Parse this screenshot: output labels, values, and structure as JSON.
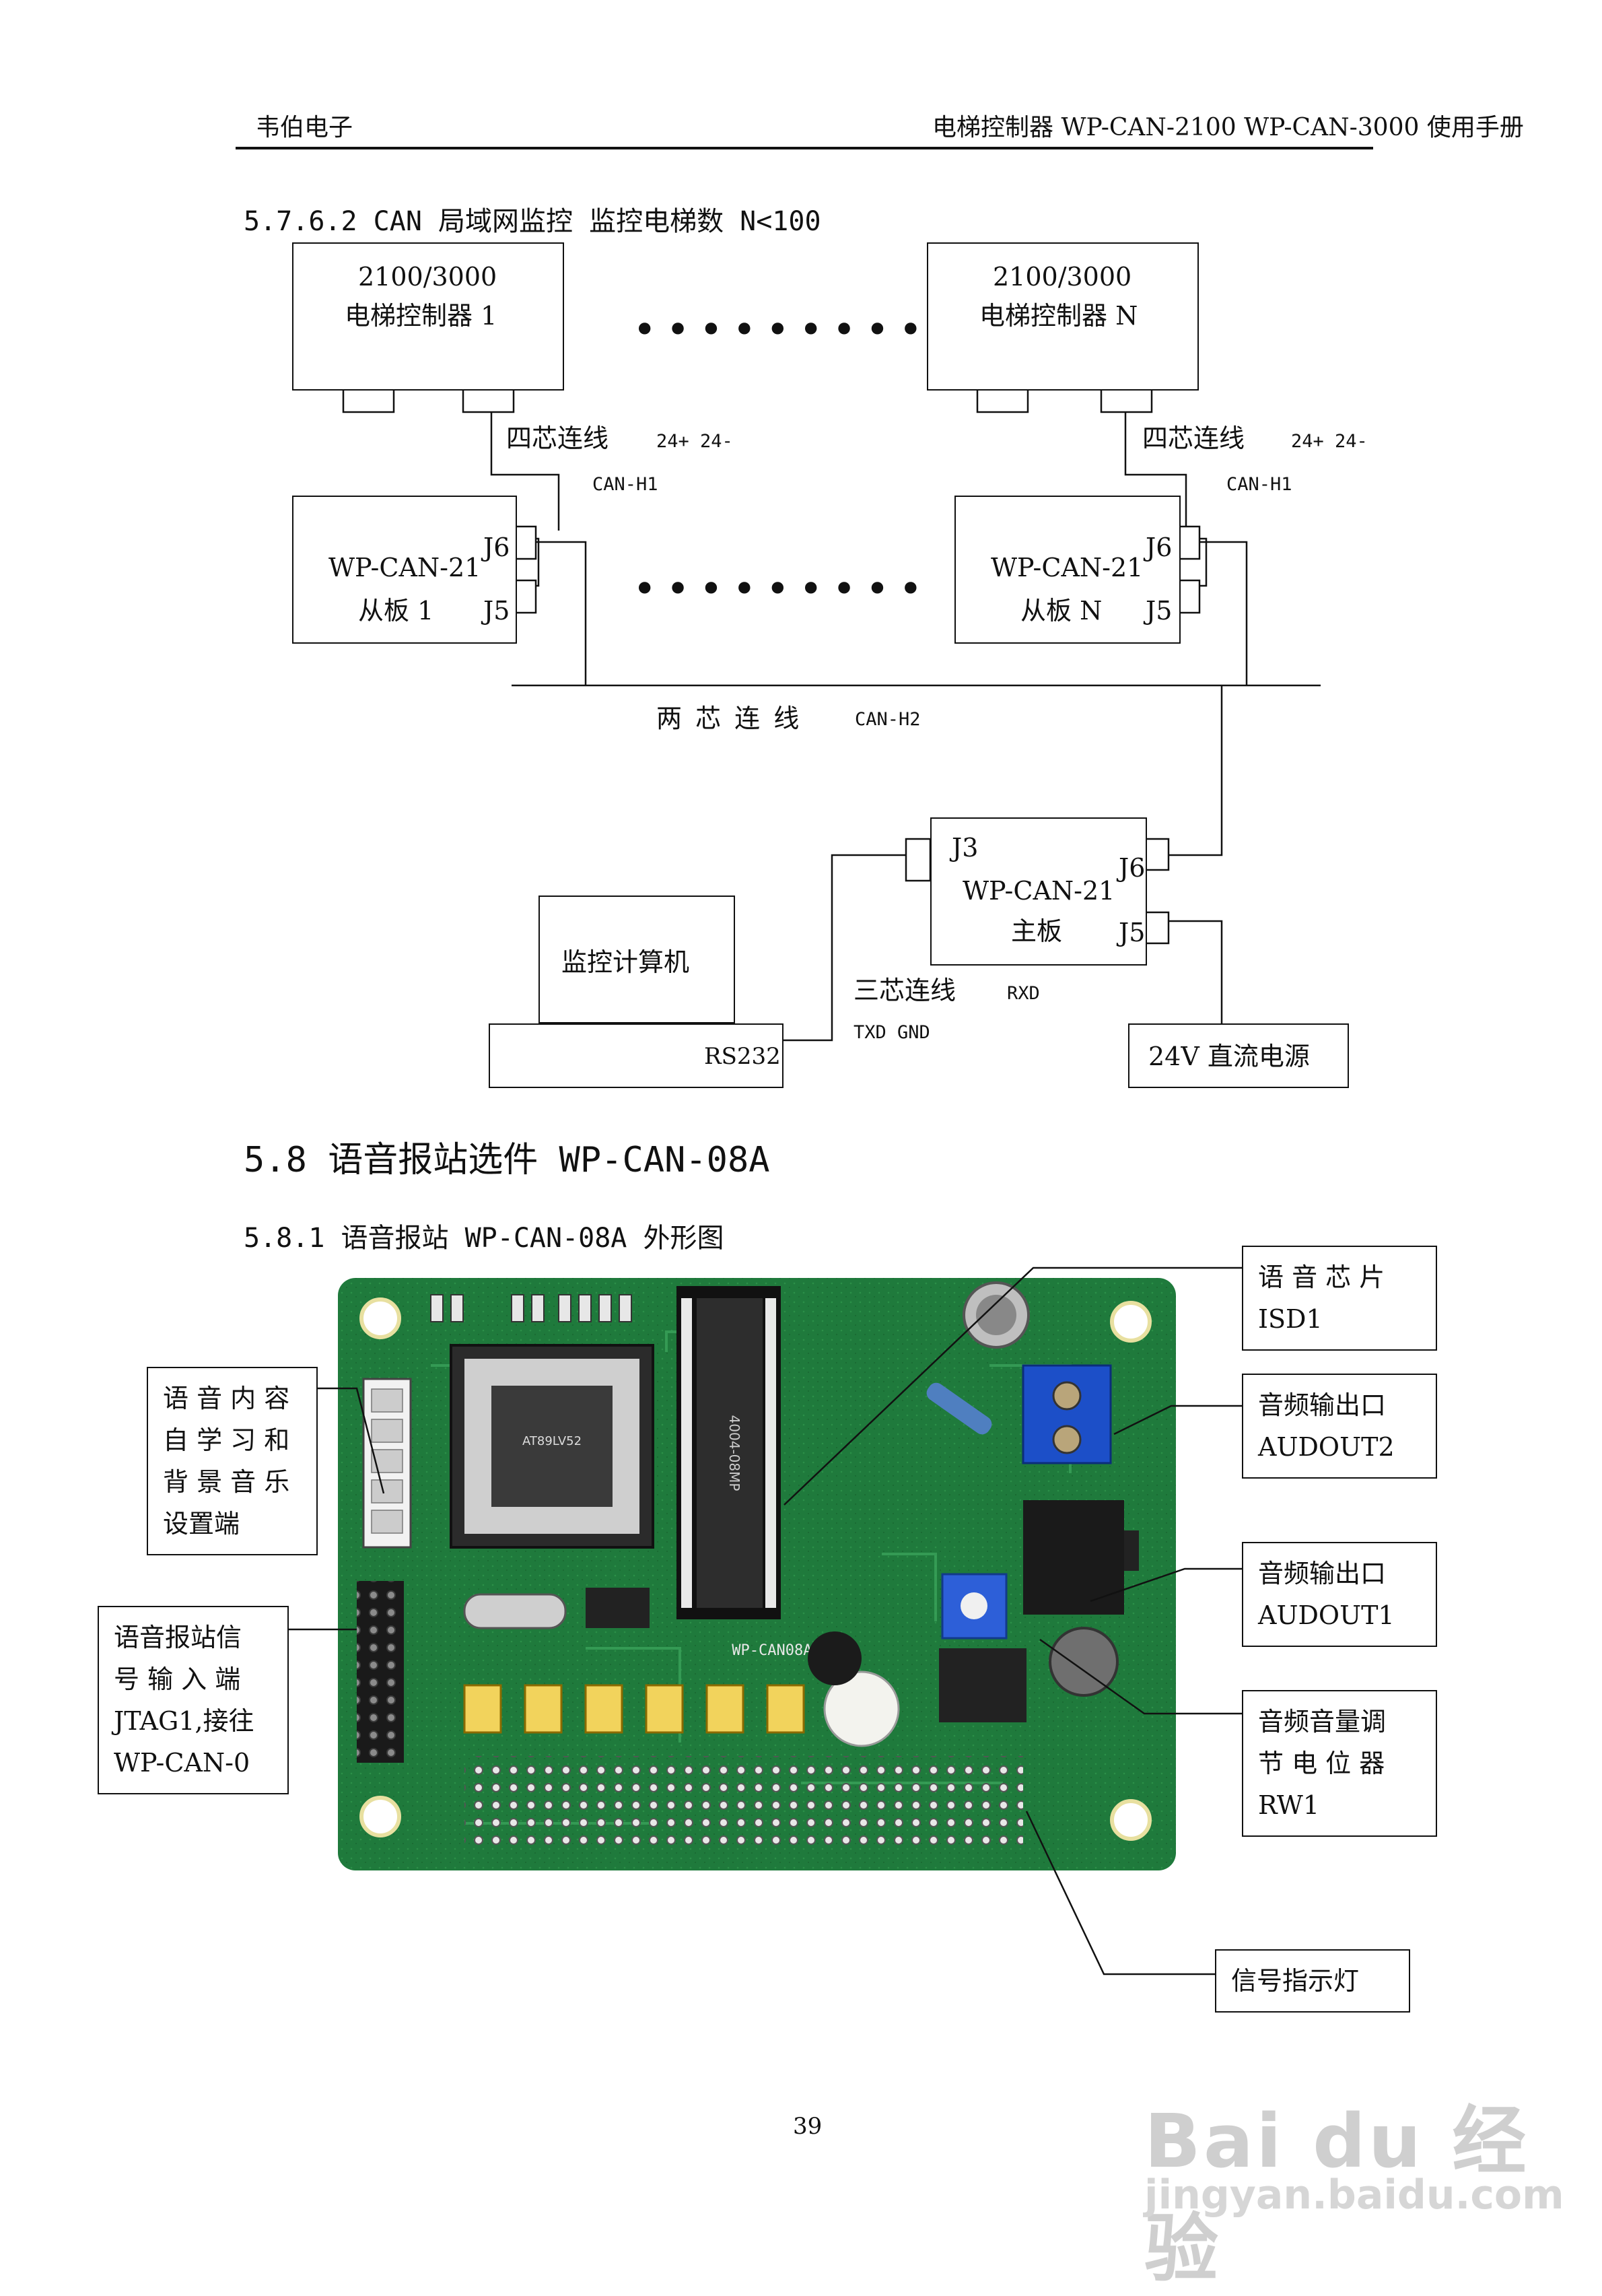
{
  "header": {
    "left": "韦伯电子",
    "right": "电梯控制器 WP-CAN-2100 WP-CAN-3000 使用手册"
  },
  "section_5762": {
    "title": "5.7.6.2 CAN 局域网监控  监控电梯数 N<100",
    "controller1": {
      "line1": "2100/3000",
      "line2": "电梯控制器 1"
    },
    "controllerN": {
      "line1": "2100/3000",
      "line2": "电梯控制器 N"
    },
    "dots": "•••••••••",
    "four_core": "四芯连线",
    "power_labels": "24+  24-",
    "can_h1": "CAN-H1",
    "slave1": {
      "name": "WP-CAN-21",
      "sub": "从板 1",
      "j6": "J6",
      "j5": "J5"
    },
    "slaveN": {
      "name": "WP-CAN-21",
      "sub": "从板 N",
      "j6": "J6",
      "j5": "J5"
    },
    "two_core": "两 芯 连 线",
    "can_h2": "CAN-H2",
    "master": {
      "name": "WP-CAN-21",
      "sub": "主板",
      "j3": "J3",
      "j6": "J6",
      "j5": "J5"
    },
    "computer": "监控计算机",
    "rs232": "RS232",
    "three_core": "三芯连线",
    "rxd": "RXD",
    "txd_gnd": "TXD  GND",
    "power": "24V 直流电源"
  },
  "section_58": {
    "title": "5.8  语音报站选件 WP-CAN-08A"
  },
  "section_581": {
    "title": "5.8.1 语音报站  WP-CAN-08A  外形图",
    "labels": {
      "isd": [
        "语 音 芯 片",
        "ISD1"
      ],
      "aud2": [
        "音频输出口",
        "AUDOUT2"
      ],
      "aud1": [
        "音频输出口",
        "AUDOUT1"
      ],
      "rw1": [
        "音频音量调",
        "节 电 位 器",
        "RW1"
      ],
      "voice": [
        "语 音 内 容",
        "自 学 习 和",
        "背 景 音 乐",
        "设置端"
      ],
      "jtag": [
        "语音报站信",
        "号 输 入 端",
        "JTAG1,接往",
        "WP-CAN-0"
      ],
      "led": [
        "信号指示灯"
      ]
    },
    "chip_texts": {
      "mcu": "AT89LV52",
      "isd": "4004-08MP",
      "board": "WP-CAN08A Ver1"
    }
  },
  "page_number": "39",
  "watermark": {
    "brand": "Bai du 经验",
    "url": "jingyan.baidu.com"
  }
}
